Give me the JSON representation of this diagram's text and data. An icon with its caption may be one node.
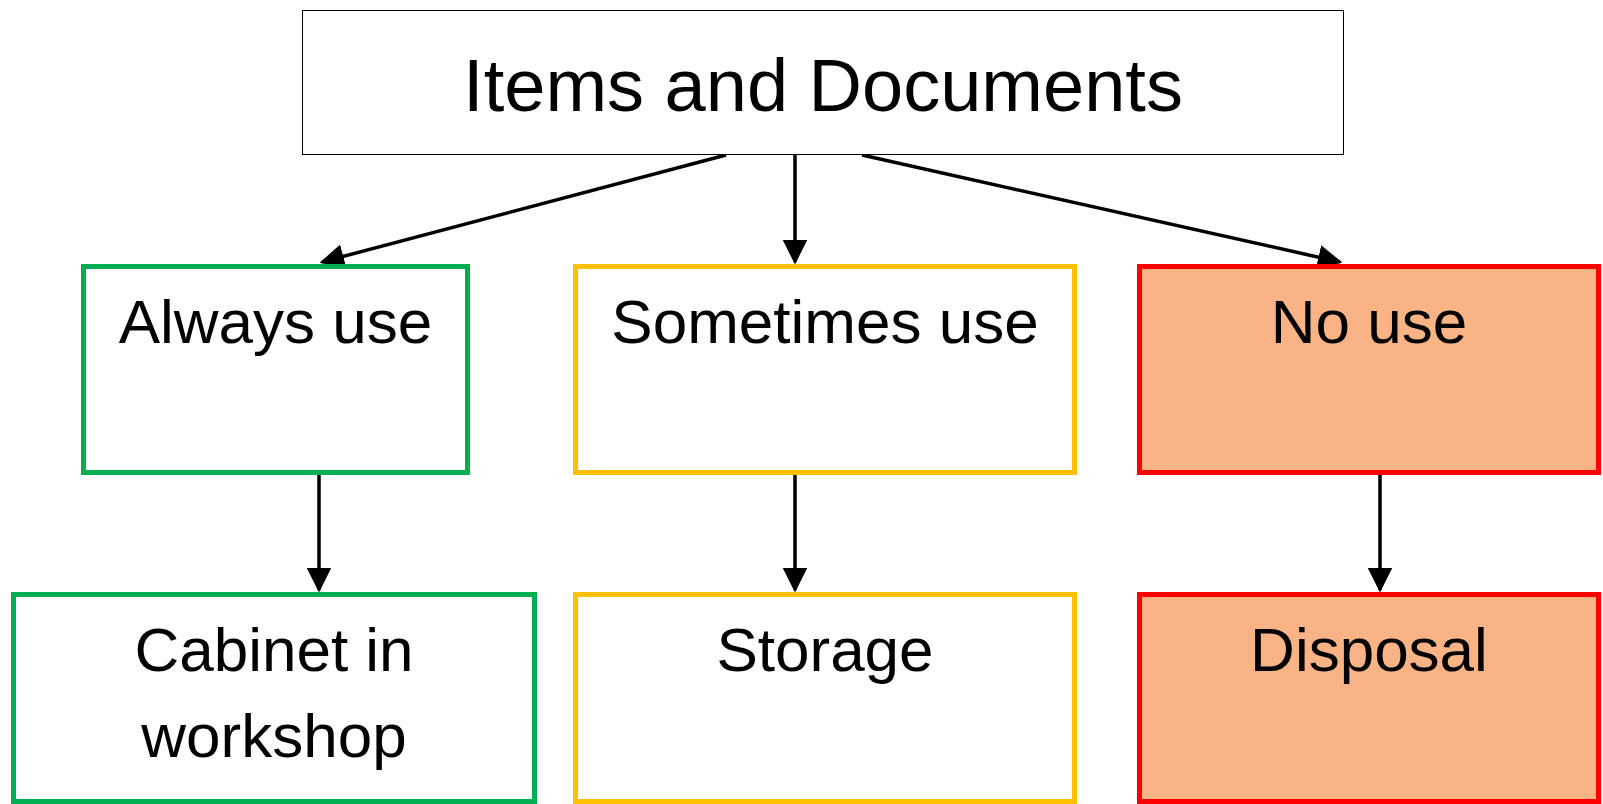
{
  "diagram": {
    "nodes": [
      {
        "text": [
          "Items and Documents"
        ]
      },
      {
        "text": [
          "Always use"
        ]
      },
      {
        "text": [
          "Sometimes use"
        ]
      },
      {
        "text": [
          "No use"
        ]
      },
      {
        "text": [
          "Cabinet in workshop"
        ]
      },
      {
        "text": [
          "Storage"
        ]
      },
      {
        "text": [
          "Disposal"
        ]
      }
    ],
    "edges": [
      {
        "from": 0,
        "to": 1,
        "arrow": "to"
      },
      {
        "from": 0,
        "to": 2,
        "arrow": "to"
      },
      {
        "from": 0,
        "to": 3,
        "arrow": "to"
      },
      {
        "from": 1,
        "to": 4,
        "arrow": "to"
      },
      {
        "from": 2,
        "to": 5,
        "arrow": "to"
      },
      {
        "from": 3,
        "to": 6,
        "arrow": "to"
      }
    ]
  }
}
